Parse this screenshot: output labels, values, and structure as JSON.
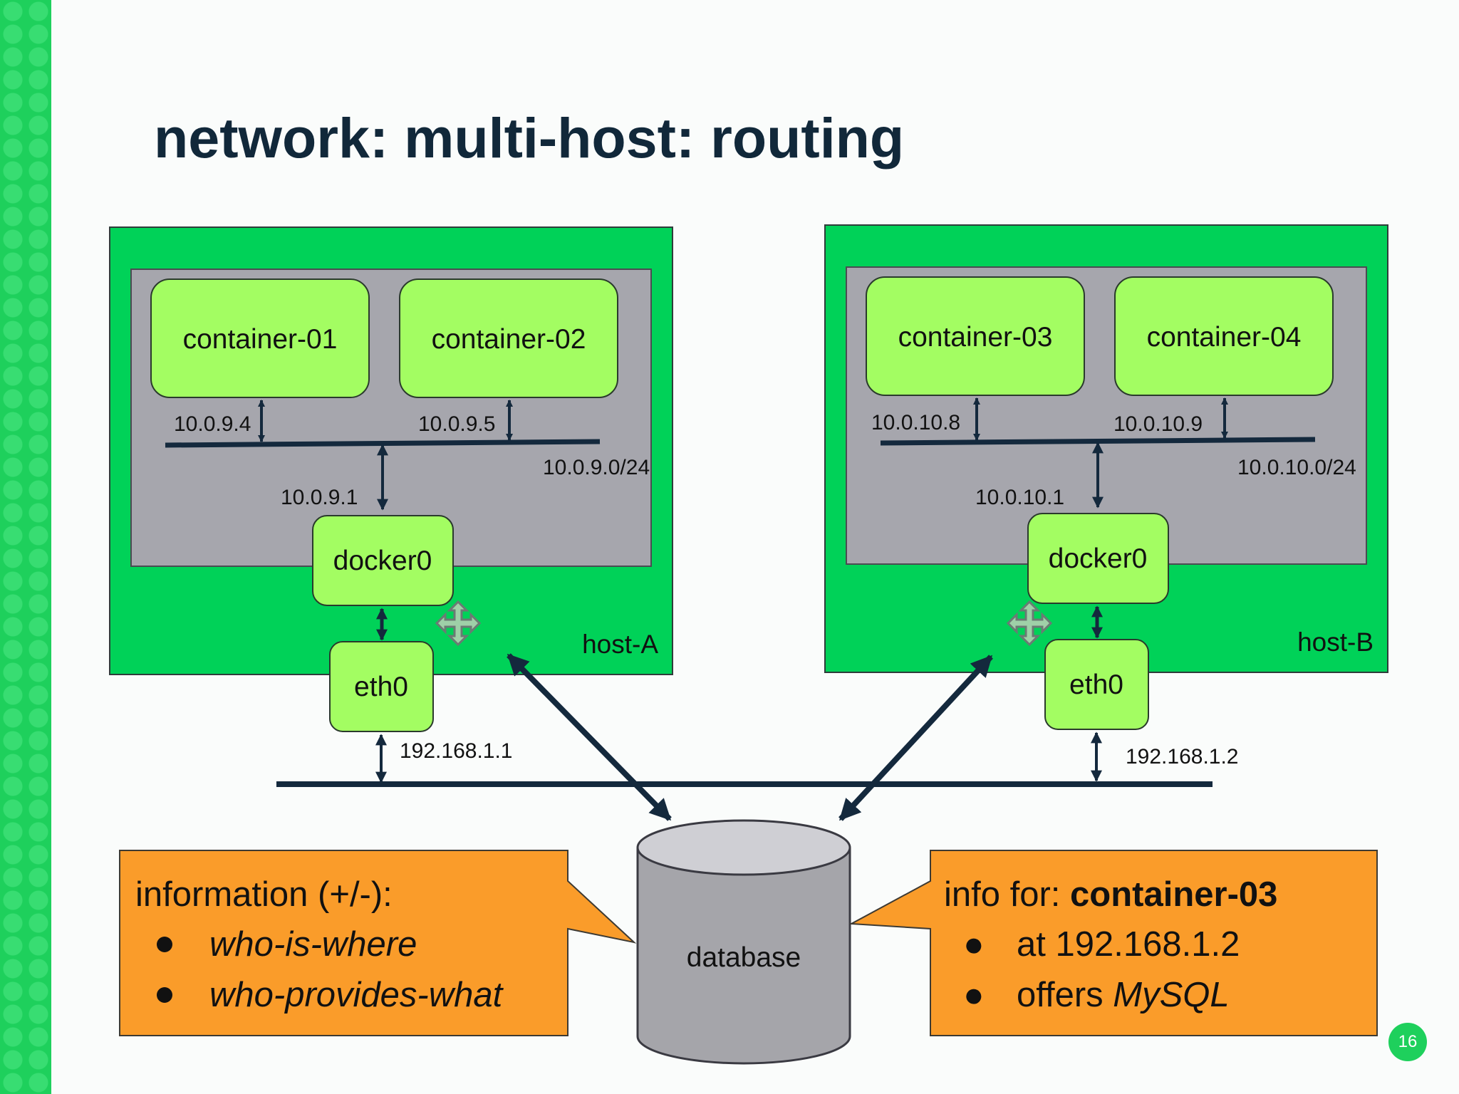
{
  "slide": {
    "title": "network: multi-host: routing",
    "page_number": "16"
  },
  "host_a": {
    "name": "host-A",
    "subnet": "10.0.9.0/24",
    "bridge_ip": "10.0.9.1",
    "bridge": "docker0",
    "nic": "eth0",
    "nic_ip": "192.168.1.1",
    "containers": [
      {
        "name": "container-01",
        "ip": "10.0.9.4"
      },
      {
        "name": "container-02",
        "ip": "10.0.9.5"
      }
    ]
  },
  "host_b": {
    "name": "host-B",
    "subnet": "10.0.10.0/24",
    "bridge_ip": "10.0.10.1",
    "bridge": "docker0",
    "nic": "eth0",
    "nic_ip": "192.168.1.2",
    "containers": [
      {
        "name": "container-03",
        "ip": "10.0.10.8"
      },
      {
        "name": "container-04",
        "ip": "10.0.10.9"
      }
    ]
  },
  "database": {
    "label": "database"
  },
  "callout_left": {
    "heading": "information (+/-):",
    "bullets": [
      "who-is-where",
      "who-provides-what"
    ]
  },
  "callout_right": {
    "heading_prefix": "info for: ",
    "heading_bold": "container-03",
    "bullet_1": "at 192.168.1.2",
    "bullet_2_prefix": "offers ",
    "bullet_2_italic": "MySQL",
    "bullet_char": "●"
  },
  "colors": {
    "host_green": "#00d258",
    "container_green": "#a3fd62",
    "inner_gray": "#a6a6ad",
    "line_navy": "#14293d",
    "callout_orange": "#fa9c2a",
    "cylinder_gray": "#a5a5aa"
  },
  "icons": [
    "move-arrows-icon"
  ]
}
